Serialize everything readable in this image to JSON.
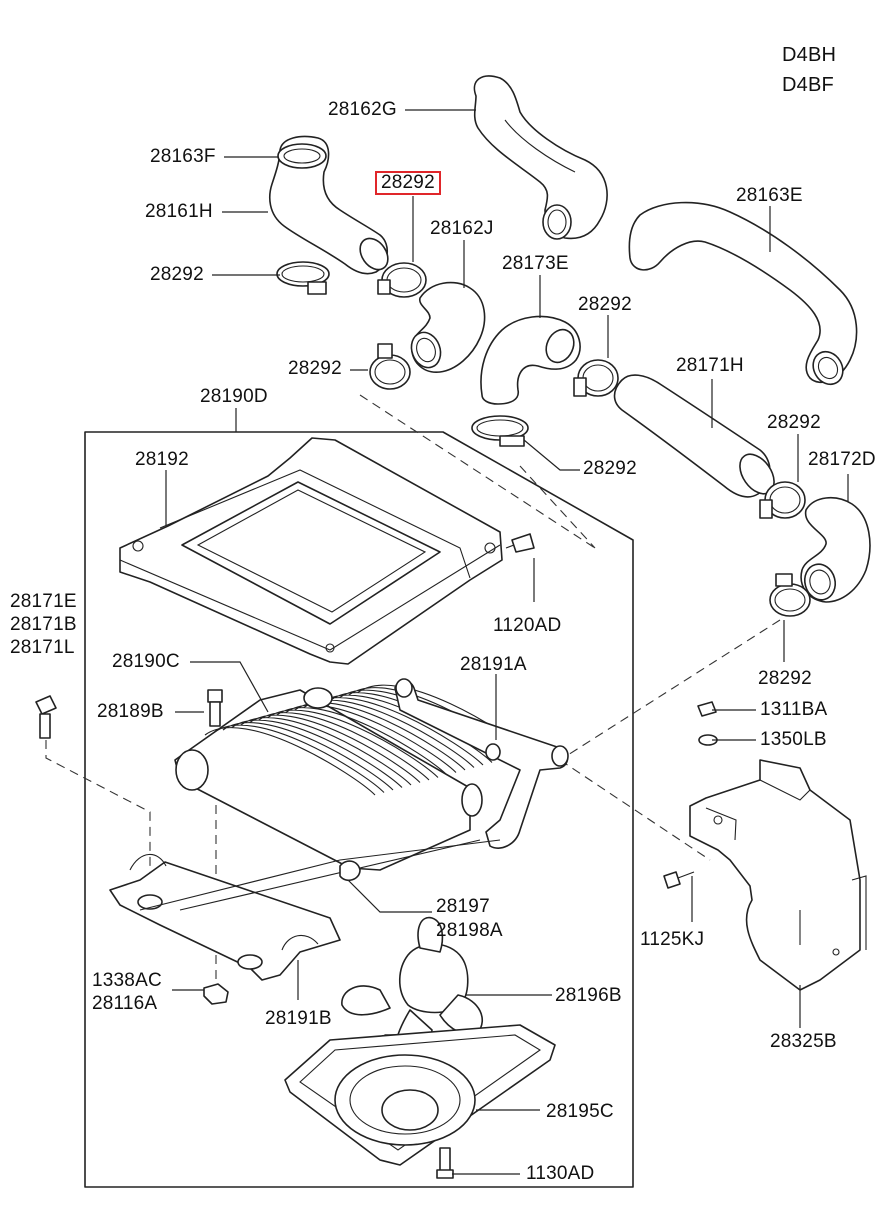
{
  "engine_codes": [
    "D4BH",
    "D4BF"
  ],
  "parts": [
    {
      "id": "28162G",
      "label": "28162G"
    },
    {
      "id": "28163F",
      "label": "28163F"
    },
    {
      "id": "28161H",
      "label": "28161H"
    },
    {
      "id": "28292-highlighted",
      "label": "28292",
      "highlighted": true
    },
    {
      "id": "28162J",
      "label": "28162J"
    },
    {
      "id": "28292-a",
      "label": "28292"
    },
    {
      "id": "28173E",
      "label": "28173E"
    },
    {
      "id": "28163E",
      "label": "28163E"
    },
    {
      "id": "28292-b",
      "label": "28292"
    },
    {
      "id": "28292-c",
      "label": "28292"
    },
    {
      "id": "28171H",
      "label": "28171H"
    },
    {
      "id": "28190D",
      "label": "28190D"
    },
    {
      "id": "28292-d",
      "label": "28292"
    },
    {
      "id": "28292-e",
      "label": "28292"
    },
    {
      "id": "28172D",
      "label": "28172D"
    },
    {
      "id": "28192",
      "label": "28192"
    },
    {
      "id": "1120AD",
      "label": "1120AD"
    },
    {
      "id": "28171E",
      "label": "28171E"
    },
    {
      "id": "28171B",
      "label": "28171B"
    },
    {
      "id": "28171L",
      "label": "28171L"
    },
    {
      "id": "28292-f",
      "label": "28292"
    },
    {
      "id": "28190C",
      "label": "28190C"
    },
    {
      "id": "28191A",
      "label": "28191A"
    },
    {
      "id": "28189B",
      "label": "28189B"
    },
    {
      "id": "1311BA",
      "label": "1311BA"
    },
    {
      "id": "1350LB",
      "label": "1350LB"
    },
    {
      "id": "28197",
      "label": "28197"
    },
    {
      "id": "28198A",
      "label": "28198A"
    },
    {
      "id": "1125KJ",
      "label": "1125KJ"
    },
    {
      "id": "1338AC",
      "label": "1338AC"
    },
    {
      "id": "28116A",
      "label": "28116A"
    },
    {
      "id": "28191B",
      "label": "28191B"
    },
    {
      "id": "28196B",
      "label": "28196B"
    },
    {
      "id": "28325B",
      "label": "28325B"
    },
    {
      "id": "28195C",
      "label": "28195C"
    },
    {
      "id": "1130AD",
      "label": "1130AD"
    }
  ],
  "colors": {
    "line": "#222222",
    "highlight": "#e0262a",
    "background": "#ffffff"
  }
}
